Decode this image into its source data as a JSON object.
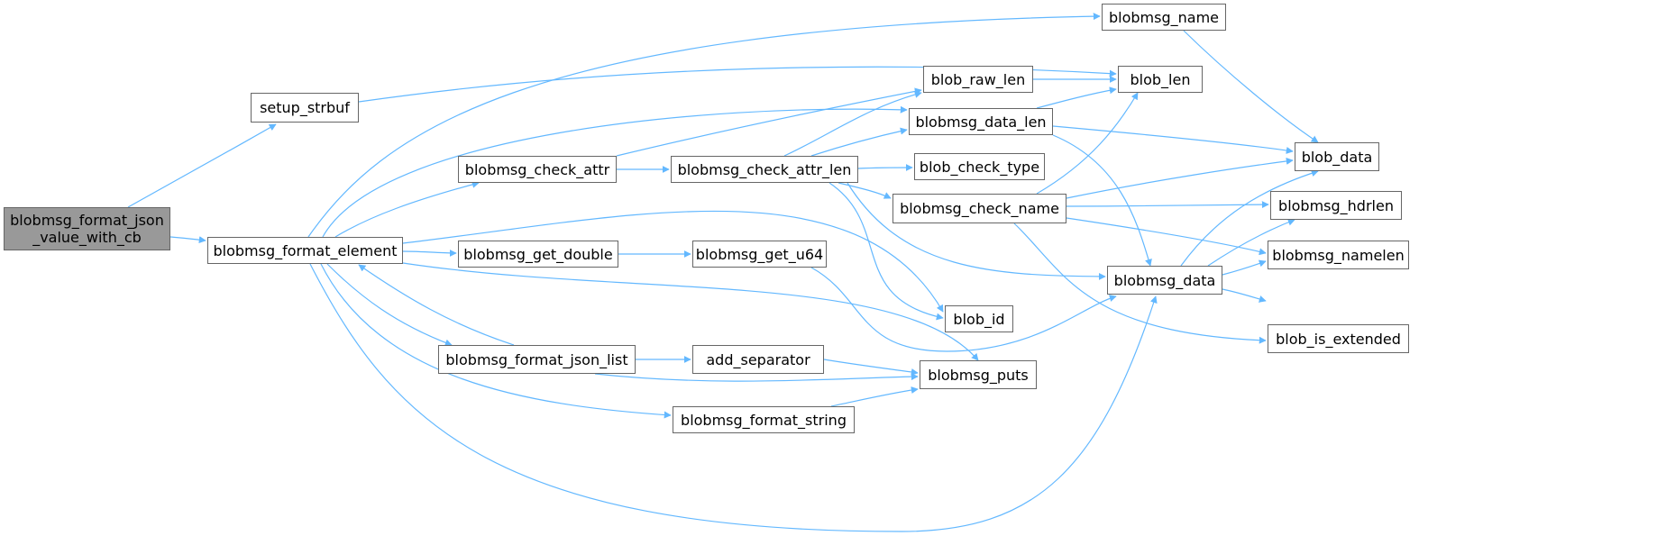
{
  "diagram": {
    "type": "call-graph",
    "edge_color": "#63b8ff",
    "root_fill": "#999999",
    "node_border": "#666666",
    "nodes": [
      {
        "id": "root",
        "label": "blobmsg_format_json\n_value_with_cb",
        "root": true
      },
      {
        "id": "setup_strbuf",
        "label": "setup_strbuf"
      },
      {
        "id": "format_element",
        "label": "blobmsg_format_element"
      },
      {
        "id": "check_attr",
        "label": "blobmsg_check_attr"
      },
      {
        "id": "get_double",
        "label": "blobmsg_get_double"
      },
      {
        "id": "format_json_list",
        "label": "blobmsg_format_json_list"
      },
      {
        "id": "check_attr_len",
        "label": "blobmsg_check_attr_len"
      },
      {
        "id": "get_u64",
        "label": "blobmsg_get_u64"
      },
      {
        "id": "add_separator",
        "label": "add_separator"
      },
      {
        "id": "format_string",
        "label": "blobmsg_format_string"
      },
      {
        "id": "blobmsg_name",
        "label": "blobmsg_name"
      },
      {
        "id": "blob_raw_len",
        "label": "blob_raw_len"
      },
      {
        "id": "data_len",
        "label": "blobmsg_data_len"
      },
      {
        "id": "blob_check_type",
        "label": "blob_check_type"
      },
      {
        "id": "check_name",
        "label": "blobmsg_check_name"
      },
      {
        "id": "blob_id",
        "label": "blob_id"
      },
      {
        "id": "puts",
        "label": "blobmsg_puts"
      },
      {
        "id": "blob_len",
        "label": "blob_len"
      },
      {
        "id": "blobmsg_data",
        "label": "blobmsg_data"
      },
      {
        "id": "blob_data",
        "label": "blob_data"
      },
      {
        "id": "hdrlen",
        "label": "blobmsg_hdrlen"
      },
      {
        "id": "namelen",
        "label": "blobmsg_namelen"
      },
      {
        "id": "is_extended",
        "label": "blob_is_extended"
      }
    ],
    "edges": [
      {
        "from": "root",
        "to": "setup_strbuf"
      },
      {
        "from": "root",
        "to": "format_element"
      },
      {
        "from": "setup_strbuf",
        "to": "blob_len"
      },
      {
        "from": "format_element",
        "to": "blobmsg_name"
      },
      {
        "from": "format_element",
        "to": "data_len"
      },
      {
        "from": "format_element",
        "to": "check_attr"
      },
      {
        "from": "format_element",
        "to": "blob_id"
      },
      {
        "from": "format_element",
        "to": "get_double"
      },
      {
        "from": "format_element",
        "to": "format_json_list"
      },
      {
        "from": "format_element",
        "to": "puts"
      },
      {
        "from": "format_element",
        "to": "format_string"
      },
      {
        "from": "format_element",
        "to": "blobmsg_data"
      },
      {
        "from": "format_json_list",
        "to": "format_element"
      },
      {
        "from": "check_attr",
        "to": "check_attr_len"
      },
      {
        "from": "check_attr",
        "to": "blob_raw_len"
      },
      {
        "from": "check_attr_len",
        "to": "blob_raw_len"
      },
      {
        "from": "check_attr_len",
        "to": "data_len"
      },
      {
        "from": "check_attr_len",
        "to": "blob_check_type"
      },
      {
        "from": "check_attr_len",
        "to": "check_name"
      },
      {
        "from": "check_attr_len",
        "to": "blob_id"
      },
      {
        "from": "check_attr_len",
        "to": "blobmsg_data"
      },
      {
        "from": "get_double",
        "to": "get_u64"
      },
      {
        "from": "get_u64",
        "to": "blobmsg_data"
      },
      {
        "from": "format_json_list",
        "to": "add_separator"
      },
      {
        "from": "format_json_list",
        "to": "puts"
      },
      {
        "from": "add_separator",
        "to": "puts"
      },
      {
        "from": "format_string",
        "to": "puts"
      },
      {
        "from": "blobmsg_name",
        "to": "blob_data"
      },
      {
        "from": "blob_raw_len",
        "to": "blob_len"
      },
      {
        "from": "data_len",
        "to": "blob_len"
      },
      {
        "from": "data_len",
        "to": "blob_data"
      },
      {
        "from": "data_len",
        "to": "blobmsg_data"
      },
      {
        "from": "check_name",
        "to": "blob_len"
      },
      {
        "from": "check_name",
        "to": "blob_data"
      },
      {
        "from": "check_name",
        "to": "hdrlen"
      },
      {
        "from": "check_name",
        "to": "namelen"
      },
      {
        "from": "check_name",
        "to": "is_extended"
      },
      {
        "from": "blobmsg_data",
        "to": "blob_data"
      },
      {
        "from": "blobmsg_data",
        "to": "hdrlen"
      },
      {
        "from": "blobmsg_data",
        "to": "namelen"
      },
      {
        "from": "blobmsg_data",
        "to": "is_extended"
      }
    ]
  }
}
